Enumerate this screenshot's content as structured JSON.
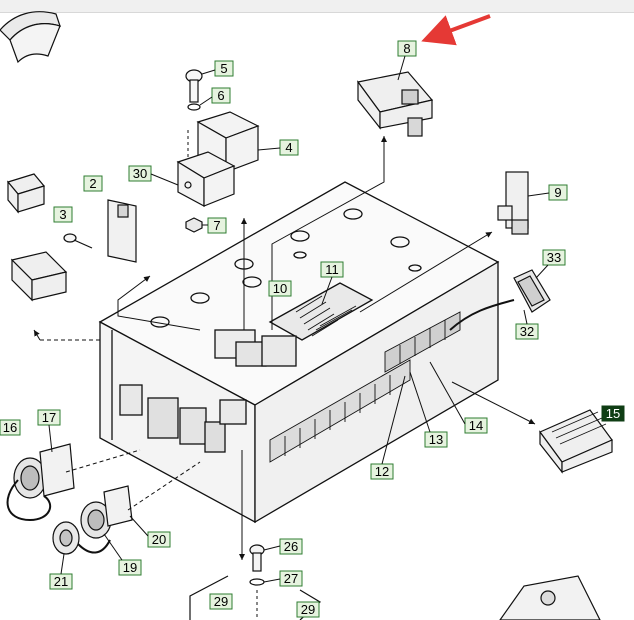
{
  "diagram": {
    "callouts": {
      "c2": "2",
      "c3": "3",
      "c4": "4",
      "c5": "5",
      "c6": "6",
      "c7": "7",
      "c8": "8",
      "c9": "9",
      "c10": "10",
      "c11": "11",
      "c12": "12",
      "c13": "13",
      "c14": "14",
      "c15": "15",
      "c16": "16",
      "c17": "17",
      "c19": "19",
      "c20": "20",
      "c21": "21",
      "c26": "26",
      "c27": "27",
      "c29a": "29",
      "c29b": "29",
      "c30": "30",
      "c32": "32",
      "c33": "33"
    },
    "colors": {
      "callout_fill": "#e6f3df",
      "callout_border": "#2f7d32",
      "highlight_fill": "#0f3d14",
      "highlight_text": "#ffffff",
      "pointer_arrow": "#e53935",
      "line_art": "#111111"
    }
  }
}
